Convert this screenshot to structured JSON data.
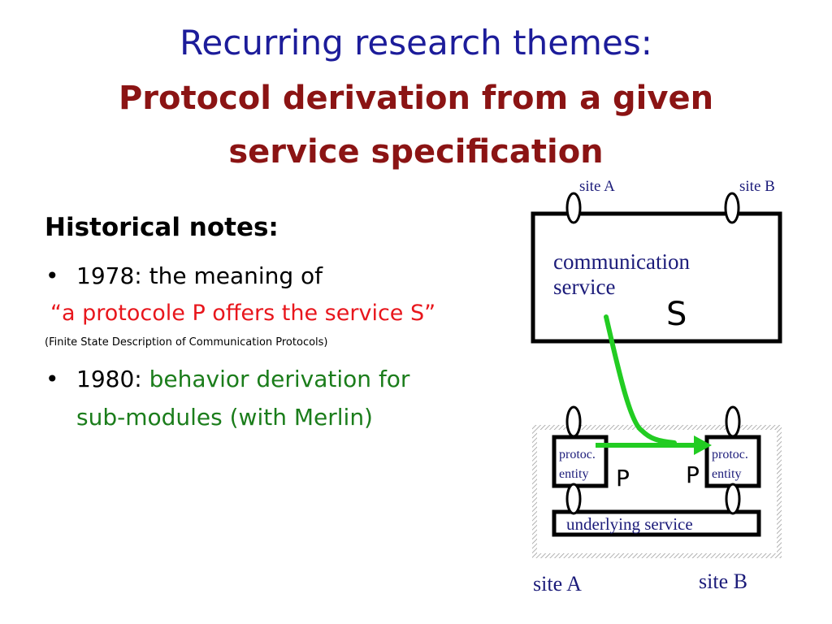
{
  "slide": {
    "title_line1": "Recurring research themes:",
    "title_line2": "Protocol derivation from a given",
    "title_line3": "service specification"
  },
  "notes": {
    "heading": "Historical notes:",
    "bullet_char": "•",
    "item1_text": "1978: the meaning of",
    "item1_quote": "“a protocole P offers the service S”",
    "item1_reference": "(Finite State Description of Communication Protocols)",
    "item2_prefix": "1980: ",
    "item2_line1": "behavior derivation for",
    "item2_line2": "sub-modules (with Merlin)"
  },
  "diagram": {
    "top_site_a": "site A",
    "top_site_b": "site B",
    "service_line1": "communication",
    "service_line2": "service",
    "service_symbol": "S",
    "entity_a_line1": "protoc.",
    "entity_a_line2": "entity",
    "entity_b_line1": "protoc.",
    "entity_b_line2": "entity",
    "entity_symbol_a": "P",
    "entity_symbol_b": "P",
    "underlying": "underlying service",
    "bottom_site_a": "site A",
    "bottom_site_b": "site B",
    "colors": {
      "title_blue": "#1c1c9a",
      "title_red": "#8b1414",
      "quote_red": "#e8161c",
      "green_text": "#1b7d1b",
      "diagram_text": "#1c1c7a",
      "arrow_green": "#22cc22"
    }
  }
}
